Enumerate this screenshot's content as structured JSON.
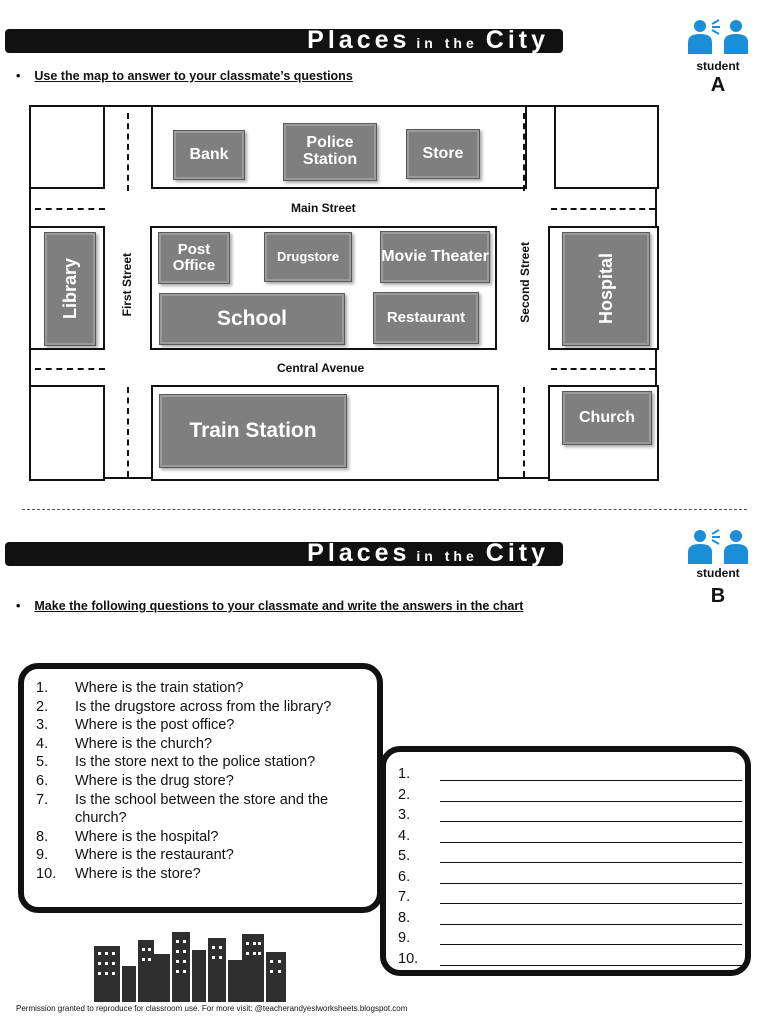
{
  "sectionA": {
    "title_big1": "Places",
    "title_small": "in the",
    "title_big2": "City",
    "student_label": "student",
    "student_letter": "A",
    "instruction": "Use the map to answer to your classmate’s questions"
  },
  "map": {
    "streets": {
      "main": "Main Street",
      "central": "Central Avenue",
      "first": "First Street",
      "second": "Second Street"
    },
    "buildings": {
      "bank": "Bank",
      "police_station": "Police Station",
      "store": "Store",
      "post_office": "Post Office",
      "drugstore": "Drugstore",
      "movie_theater": "Movie Theater",
      "school": "School",
      "restaurant": "Restaurant",
      "library": "Library",
      "hospital": "Hospital",
      "train_station": "Train Station",
      "church": "Church"
    }
  },
  "sectionB": {
    "title_big1": "Places",
    "title_small": "in the",
    "title_big2": "City",
    "student_label": "student",
    "student_letter": "B",
    "instruction": "Make the following questions to your classmate and write the answers in the chart"
  },
  "questions": [
    {
      "num": "1.",
      "text": "Where is the train station?"
    },
    {
      "num": "2.",
      "text": "Is the drugstore across from the library?"
    },
    {
      "num": "3.",
      "text": "Where is the post office?"
    },
    {
      "num": "4.",
      "text": "Where is the church?"
    },
    {
      "num": "5.",
      "text": "Is the store next to the police station?"
    },
    {
      "num": "6.",
      "text": "Where is the drug store?"
    },
    {
      "num": "7.",
      "text": "Is the school between the store and the church?"
    },
    {
      "num": "8.",
      "text": "Where is the hospital?"
    },
    {
      "num": "9.",
      "text": "Where is the restaurant?"
    },
    {
      "num": "10.",
      "text": "Where is the store?"
    }
  ],
  "answers": [
    "1.",
    "2.",
    "3.",
    "4.",
    "5.",
    "6.",
    "7.",
    "8.",
    "9.",
    "10."
  ],
  "footer": {
    "permission": "Permission granted to reproduce for classroom use. For more visit: @teacherandyeslworksheets.blogspot.com"
  },
  "icons": {
    "student_pair": "students-talking-icon",
    "city_skyline": "city-skyline-icon"
  },
  "colors": {
    "student_icon": "#1a8fd8",
    "building_fill": "#7f7f7f"
  }
}
